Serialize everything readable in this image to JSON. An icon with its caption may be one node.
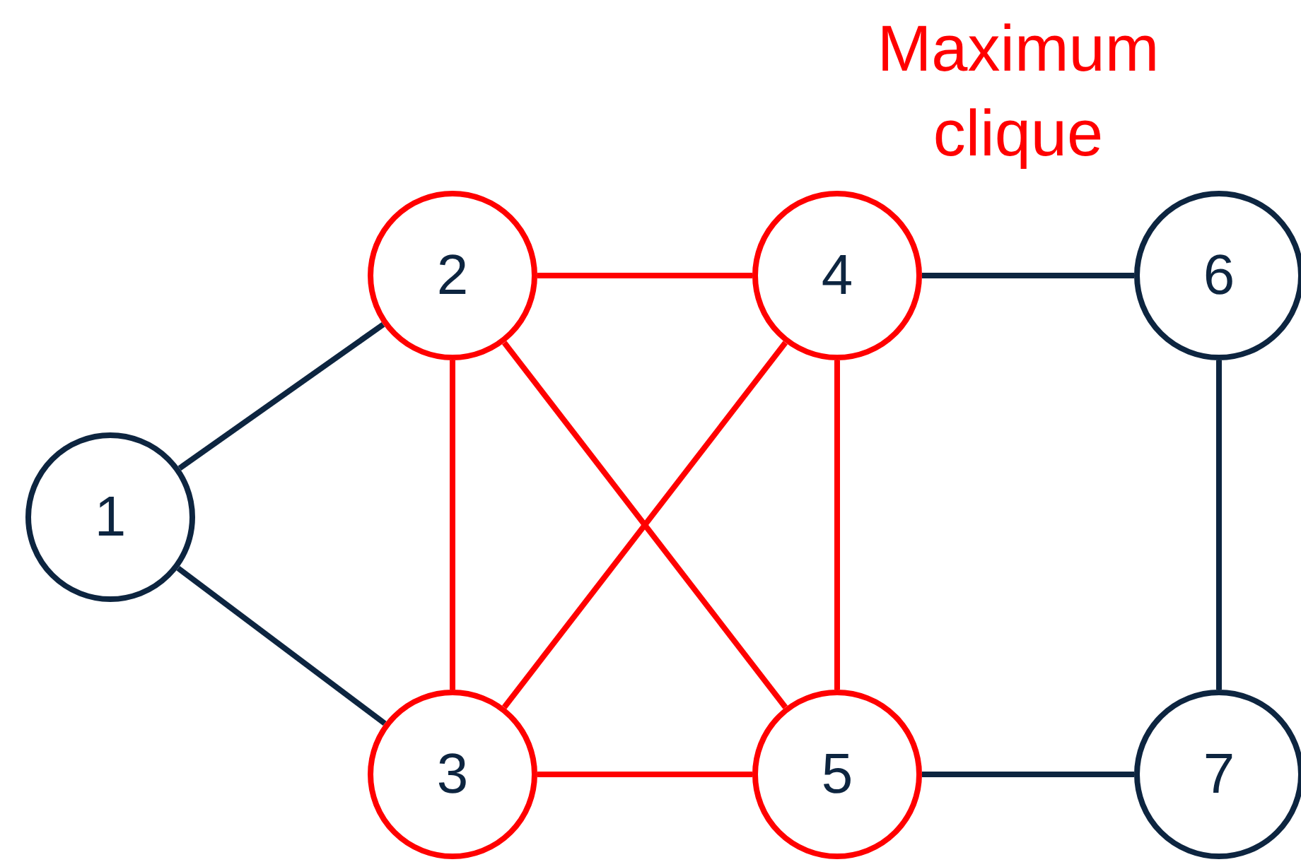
{
  "diagram": {
    "nodes": [
      {
        "text": [
          "1"
        ]
      },
      {
        "text": [
          "2"
        ]
      },
      {
        "text": [
          "3"
        ]
      },
      {
        "text": [
          "4"
        ]
      },
      {
        "text": [
          "5"
        ]
      },
      {
        "text": [
          "6"
        ]
      },
      {
        "text": [
          "7"
        ]
      }
    ],
    "edges": [
      {
        "from": 0,
        "to": 1,
        "arrow": "none",
        "color": "#0d2540"
      },
      {
        "from": 0,
        "to": 2,
        "arrow": "none",
        "color": "#0d2540"
      },
      {
        "from": 1,
        "to": 3,
        "arrow": "none"
      },
      {
        "from": 1,
        "to": 2,
        "arrow": "none"
      },
      {
        "from": 1,
        "to": 4,
        "arrow": "none"
      },
      {
        "from": 3,
        "to": 2,
        "arrow": "none"
      },
      {
        "from": 3,
        "to": 4,
        "arrow": "none"
      },
      {
        "from": 2,
        "to": 4,
        "arrow": "none"
      },
      {
        "from": 3,
        "to": 5,
        "arrow": "none",
        "color": "#0d2540"
      },
      {
        "from": 5,
        "to": 6,
        "arrow": "none",
        "color": "#0d2540"
      },
      {
        "from": 4,
        "to": 6,
        "arrow": "none",
        "color": "#0d2540"
      }
    ],
    "labels": [
      "Maximum clique"
    ]
  }
}
